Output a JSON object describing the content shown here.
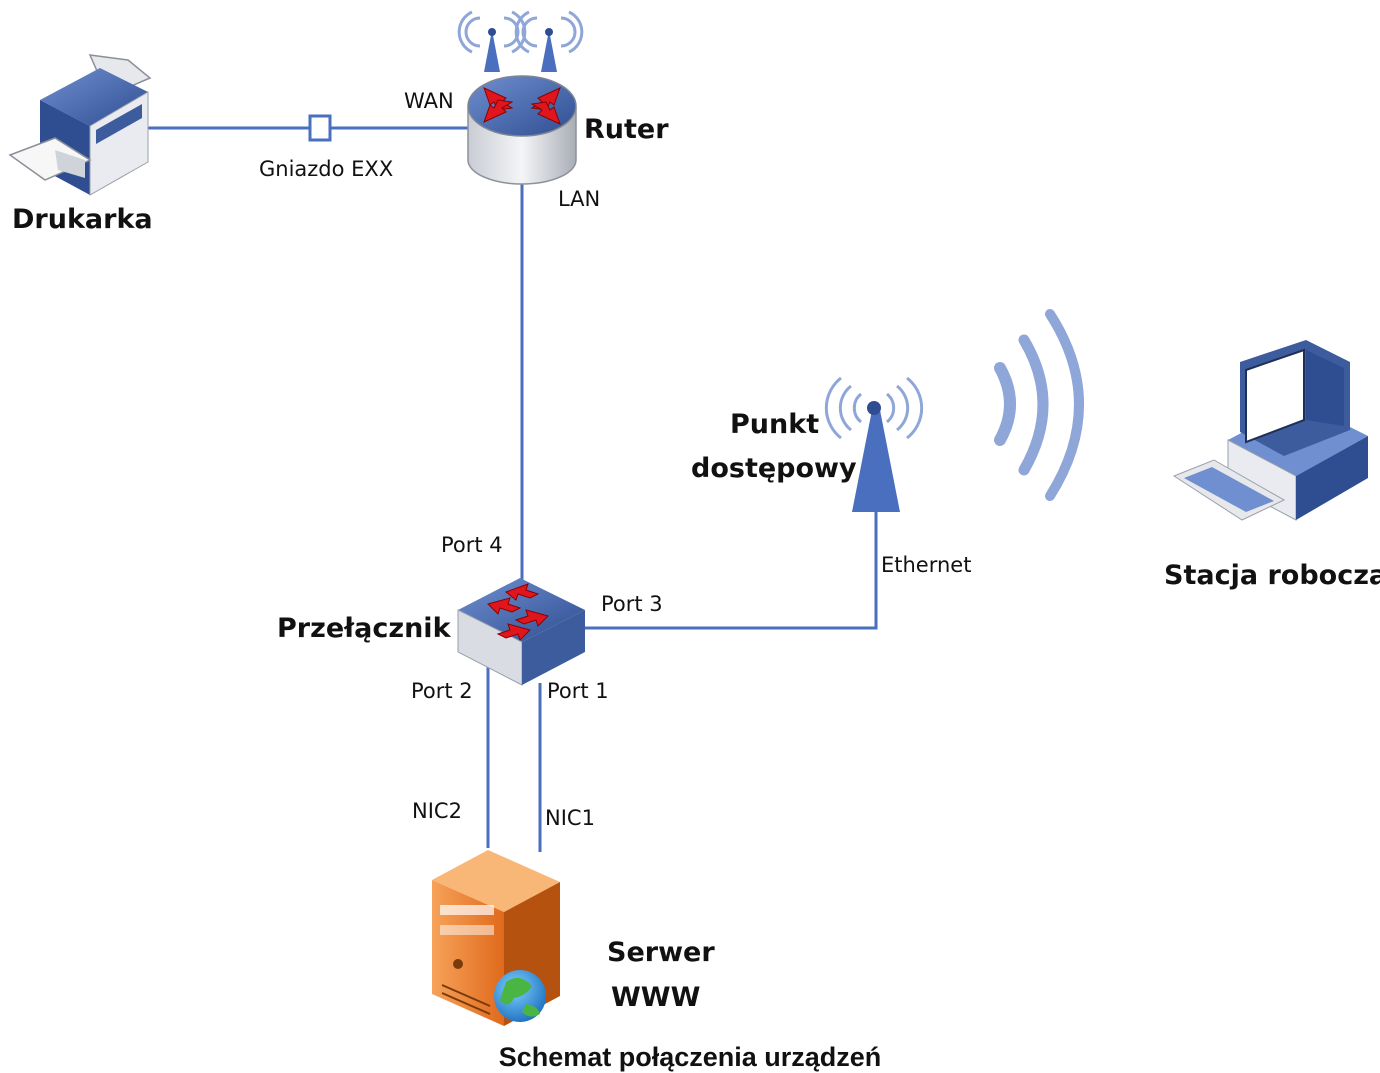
{
  "devices": {
    "printer": "Drukarka",
    "router": "Ruter",
    "access_point_line1": "Punkt",
    "access_point_line2": "dostępowy",
    "workstation": "Stacja robocza",
    "switch": "Przełącznik",
    "server_line1": "Serwer",
    "server_line2": "WWW"
  },
  "ports": {
    "wan": "WAN",
    "lan": "LAN",
    "socket": "Gniazdo EXX",
    "port4": "Port 4",
    "port3": "Port 3",
    "port2": "Port 2",
    "port1": "Port 1",
    "ethernet": "Ethernet",
    "nic2": "NIC2",
    "nic1": "NIC1"
  },
  "caption": "Schemat połączenia urządzeń",
  "icons": {
    "printer": "printer-icon",
    "router": "router-icon",
    "switch": "switch-icon",
    "access_point": "access-point-icon",
    "workstation": "workstation-icon",
    "server": "web-server-icon",
    "wireless": "wireless-signal-icon",
    "socket": "wall-socket-icon"
  },
  "colors": {
    "link": "#4a6fbf",
    "server": "#e8762a",
    "device_blue": "#3d5c9e",
    "arrow_red": "#e0161c"
  }
}
